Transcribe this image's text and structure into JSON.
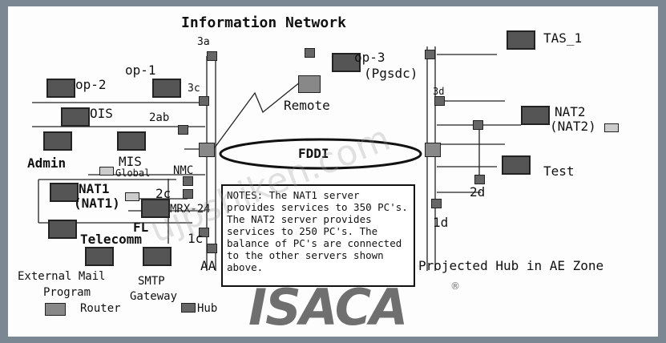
{
  "title": "Information Network",
  "labels": {
    "a3": "3a",
    "op1": "op-1",
    "op2": "op-2",
    "c3": "3c",
    "ois": "OIS",
    "ab2": "2ab",
    "mis": "MIS",
    "admin": "Admin",
    "global": "Global",
    "nmc": "NMC",
    "nat1": "NAT1",
    "nat1b": "(NAT1)",
    "c2": "2c",
    "mrx": "MRX-24",
    "fl": "FL",
    "telecomm": "Telecomm",
    "c1": "1c",
    "aa": "AA",
    "extmail1": "External Mail",
    "extmail2": "Program",
    "smtp1": "SMTP",
    "smtp2": "Gateway",
    "router": "Router",
    "hub": "Hub",
    "op3": "op-3",
    "pgsdc": "(Pgsdc)",
    "remote": "Remote",
    "fddi": "FDDI",
    "tas": "TAS_1",
    "d3": "3d",
    "nat2": "NAT2",
    "nat2b": "(NAT2)",
    "d2": "2d",
    "test": "Test",
    "d1": "1d",
    "projected": "Projected Hub in AE Zone"
  },
  "notes": "NOTES: The NAT1 server provides services to 350 PC's. The NAT2 server provides services to 250 PC's. The balance of PC's are connected to the other servers shown above.",
  "logo": "ISACA",
  "registered": "®",
  "watermark": "ujpshiken.com"
}
